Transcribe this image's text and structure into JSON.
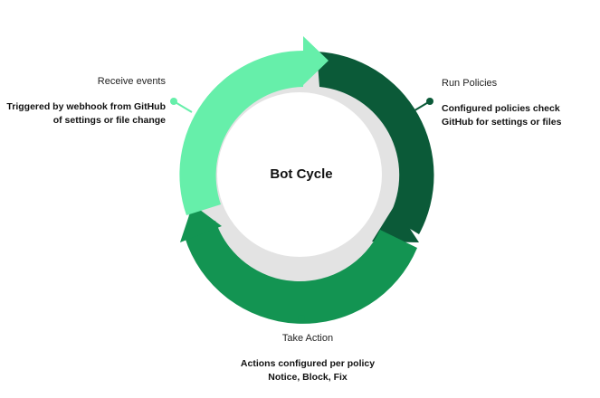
{
  "diagram": {
    "center_title": "Bot Cycle",
    "colors": {
      "ring_background": "#e3e3e3",
      "receive_arrow": "#66efaa",
      "run_arrow": "#0b5a38",
      "action_arrow": "#139452",
      "receive_marker": "#66efaa",
      "run_marker": "#0b5a38",
      "action_marker": "#139452"
    },
    "stages": [
      {
        "label": "Receive events",
        "description_lines": [
          "Triggered by webhook from GitHub",
          "of settings or file change"
        ]
      },
      {
        "label": "Run Policies",
        "description_lines": [
          "Configured policies check",
          "GitHub for settings or files"
        ]
      },
      {
        "label": "Take Action",
        "description_lines": [
          "Actions configured per policy",
          "Notice, Block, Fix"
        ]
      }
    ]
  }
}
